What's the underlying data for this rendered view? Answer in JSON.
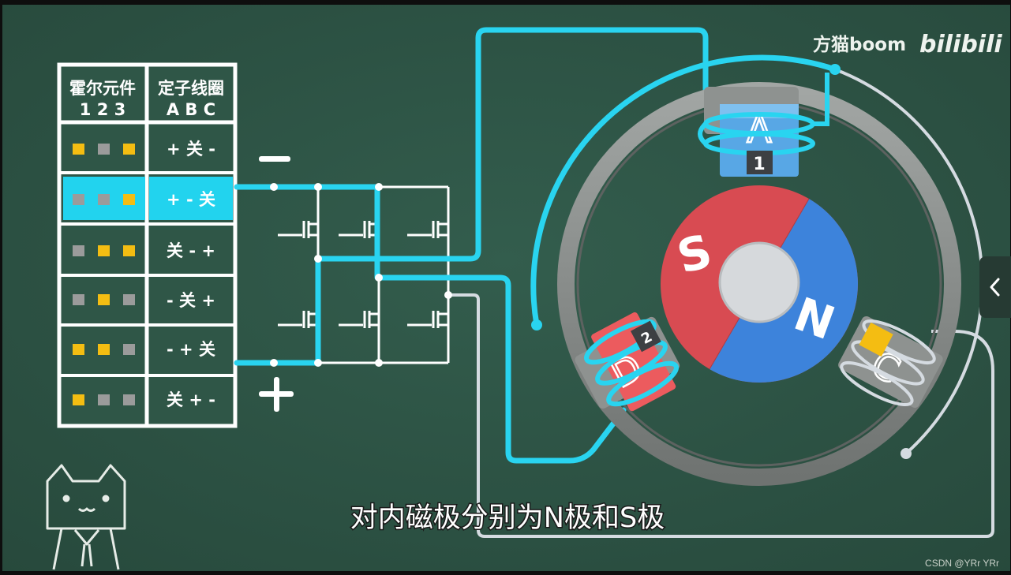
{
  "table": {
    "header": {
      "col1_title": "霍尔元件",
      "col1_sub": "1 2 3",
      "col2_title": "定子线圈",
      "col2_sub": "A B C"
    },
    "rows": [
      {
        "hall": [
          "yellow",
          "gray",
          "yellow"
        ],
        "state": "+ 关 -",
        "highlighted": false
      },
      {
        "hall": [
          "gray",
          "gray",
          "yellow"
        ],
        "state": "+ - 关",
        "highlighted": true
      },
      {
        "hall": [
          "gray",
          "yellow",
          "yellow"
        ],
        "state": "关 - +",
        "highlighted": false
      },
      {
        "hall": [
          "gray",
          "yellow",
          "gray"
        ],
        "state": "- 关 +",
        "highlighted": false
      },
      {
        "hall": [
          "yellow",
          "yellow",
          "gray"
        ],
        "state": "- + 关",
        "highlighted": false
      },
      {
        "hall": [
          "yellow",
          "gray",
          "gray"
        ],
        "state": "关 + -",
        "highlighted": false
      }
    ]
  },
  "power": {
    "minus": "—",
    "plus": "+"
  },
  "motor": {
    "coil_labels": [
      "A",
      "D",
      "C"
    ],
    "hall_numbers": [
      "1",
      "2"
    ],
    "rotor_south": "S",
    "rotor_north": "N"
  },
  "subtitle": "对内磁极分别为N极和S极",
  "watermark": {
    "channel": "方猫boom",
    "logo": "bilibili"
  },
  "credit": "CSDN @YRr YRr",
  "colors": {
    "board": "#2f5647",
    "cyan": "#29d4f0",
    "hall_yellow": "#f4bd12",
    "hall_gray": "#9b9b9b",
    "rotor_red": "#d84b52",
    "rotor_blue": "#3d83db",
    "stator_gray": "#8e9290",
    "core_blue": "#58a7e5",
    "core_red": "#ec5b5e",
    "hall_label_dark": "#3d4043"
  },
  "icons": {
    "side_button": "chevron-left-icon"
  }
}
